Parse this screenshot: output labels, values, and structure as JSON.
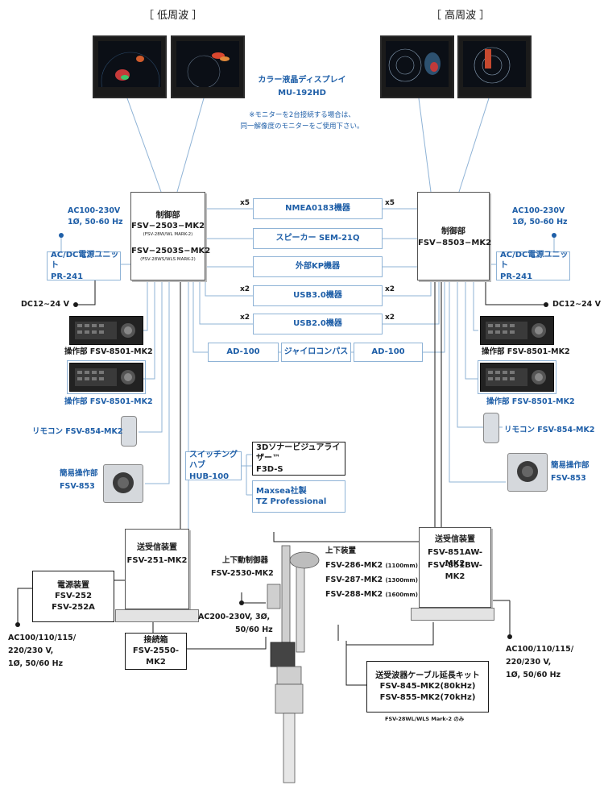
{
  "headers": {
    "low_freq": "［ 低周波 ］",
    "high_freq": "［ 高周波 ］"
  },
  "display": {
    "name": "カラー液晶ディスプレイ",
    "model": "MU-192HD",
    "note_line1": "※モニターを2台接続する場合は、",
    "note_line2": "同一解像度のモニターをご使用下さい。"
  },
  "control_left": {
    "title": "制御部",
    "model1": "FSV−2503−MK2",
    "sub1": "(FSV-28W/WL MARK-2)",
    "model2": "FSV−2503S−MK2",
    "sub2": "(FSV-28WS/WLS MARK-2)"
  },
  "control_right": {
    "title": "制御部",
    "model": "FSV−8503−MK2"
  },
  "middle": {
    "nmea": "NMEA0183機器",
    "nmea_left_count": "x5",
    "nmea_right_count": "x5",
    "speaker": "スピーカー SEM-21Q",
    "kp": "外部KP機器",
    "usb3": "USB3.0機器",
    "usb3_left_count": "x2",
    "usb3_right_count": "x2",
    "usb2": "USB2.0機器",
    "usb2_left_count": "x2",
    "usb2_right_count": "x2",
    "ad100_left": "AD-100",
    "gyro": "ジャイロコンパス",
    "ad100_right": "AD-100"
  },
  "power_left": {
    "ac_line1": "AC100-230V",
    "ac_line2": "1Ø, 50-60 Hz",
    "unit_name": "AC/DC電源ユニット",
    "unit_model": "PR-241",
    "dc": "DC12∼24 V"
  },
  "power_right": {
    "ac_line1": "AC100-230V",
    "ac_line2": "1Ø, 50-60 Hz",
    "unit_name": "AC/DC電源ユニット",
    "unit_model": "PR-241",
    "dc": "DC12∼24 V"
  },
  "left_devices": {
    "op1": "操作部 FSV-8501-MK2",
    "op2": "操作部 FSV-8501-MK2",
    "remote": "リモコン FSV-854-MK2",
    "simple_line1": "簡易操作部",
    "simple_line2": "FSV-853"
  },
  "right_devices": {
    "op1": "操作部 FSV-8501-MK2",
    "op2": "操作部 FSV-8501-MK2",
    "remote": "リモコン FSV-854-MK2",
    "simple_line1": "簡易操作部",
    "simple_line2": "FSV-853"
  },
  "hub": {
    "name": "スイッチングハブ",
    "model": "HUB-100"
  },
  "f3d": {
    "line1": "3Dソナービジュアライザー™",
    "line2": "F3D-S"
  },
  "maxsea": {
    "line1": "Maxsea社製",
    "line2": "TZ Professional"
  },
  "transceiver_left": {
    "title": "送受信装置",
    "model": "FSV-251-MK2"
  },
  "transceiver_right": {
    "title": "送受信装置",
    "model1": "FSV-851AW-MK2",
    "model2": "FSV-851BW-MK2"
  },
  "power_supply": {
    "title": "電源装置",
    "model1": "FSV-252",
    "model2": "FSV-252A"
  },
  "ac_left_bottom": {
    "line1": "AC100/110/115/",
    "line2": "220/230 V,",
    "line3": "1Ø, 50/60 Hz"
  },
  "junction": {
    "title": "接続箱",
    "model": "FSV-2550-MK2"
  },
  "hoist_ctrl": {
    "title": "上下動制御器",
    "model": "FSV-2530-MK2"
  },
  "ac_hoist": {
    "line1": "AC200-230V, 3Ø,",
    "line2": "50/60 Hz"
  },
  "hoist": {
    "title": "上下装置",
    "m1": "FSV-286-MK2",
    "m1_len": "(1100mm)",
    "m2": "FSV-287-MK2",
    "m2_len": "(1300mm)",
    "m3": "FSV-288-MK2",
    "m3_len": "(1600mm)"
  },
  "ac_right_bottom": {
    "line1": "AC100/110/115/",
    "line2": "220/230 V,",
    "line3": "1Ø, 50/60 Hz"
  },
  "cable_kit": {
    "title": "送受波器ケーブル延長キット",
    "m1": "FSV-845-MK2(80kHz)",
    "m2": "FSV-855-MK2(70kHz)",
    "note": "FSV-28WL/WLS Mark-2 のみ"
  }
}
